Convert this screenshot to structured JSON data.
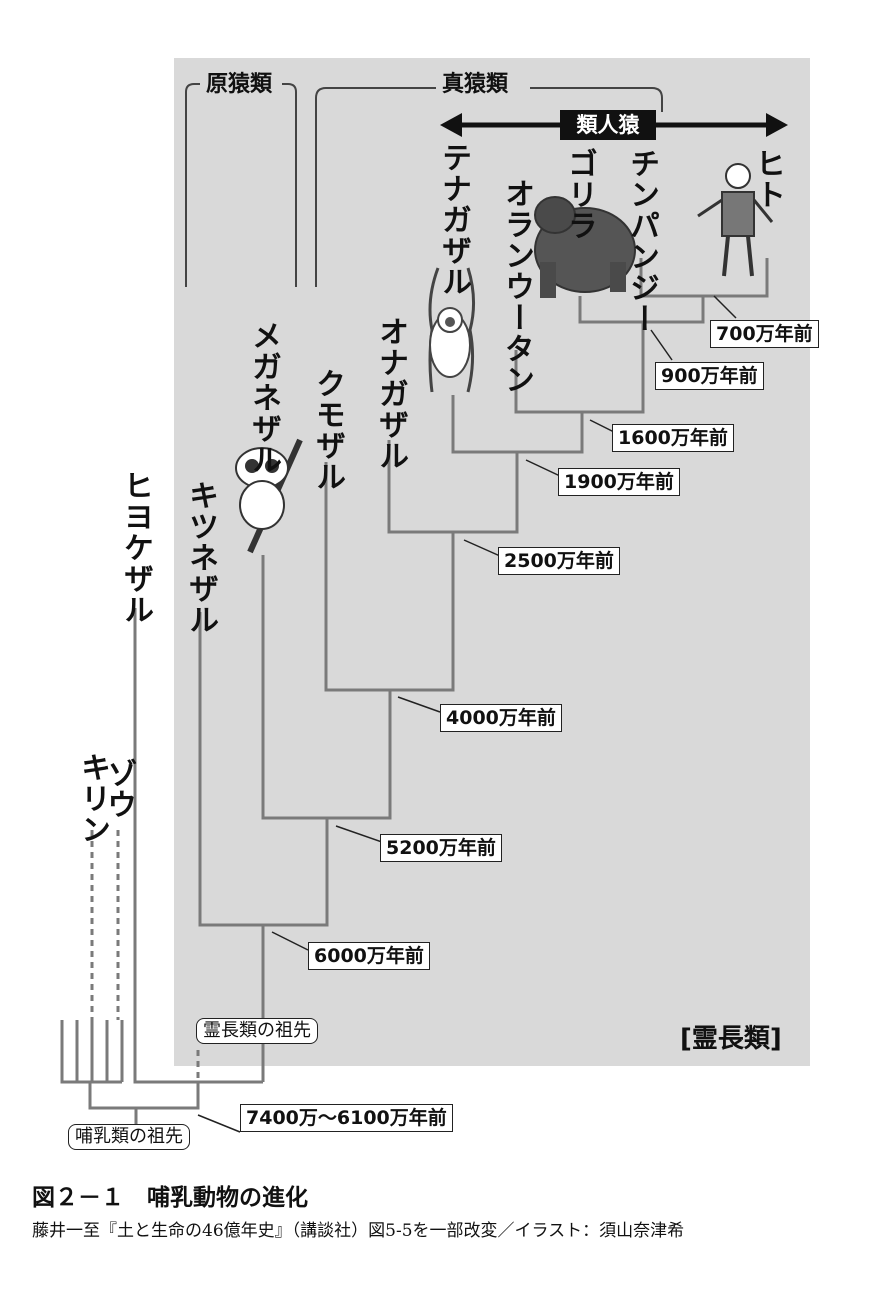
{
  "groups": {
    "prosimians": "原猿類",
    "simians": "真猿類",
    "apes": "類人猿",
    "primates": "[霊長類]"
  },
  "species": {
    "hiyokezaru": "ヒヨケザル",
    "kitsunezaru": "キツネザル",
    "meganezaru": "メガネザル",
    "kumozaru": "クモザル",
    "onagazaru": "オナガザル",
    "tenagazaru": "テナガザル",
    "oranutan": "オランウータン",
    "gorilla": "ゴリラ",
    "chimpanzee": "チンパンジー",
    "human": "ヒト",
    "kirin": "キリン",
    "zou": "ゾウ"
  },
  "divergence_labels": {
    "ma700": "700万年前",
    "ma900": "900万年前",
    "ma1600": "1600万年前",
    "ma1900": "1900万年前",
    "ma2500": "2500万年前",
    "ma4000": "4000万年前",
    "ma5200": "5200万年前",
    "ma6000": "6000万年前",
    "ma7400": "7400万〜6100万年前"
  },
  "ancestors": {
    "primate_ancestor": "霊長類の祖先",
    "mammal_ancestor": "哺乳類の祖先"
  },
  "figure": {
    "title": "図２－１　哺乳動物の進化",
    "caption": "藤井一至『土と生命の46億年史』（講談社）図5-5を一部改変／イラスト：須山奈津希"
  },
  "colors": {
    "panel_bg": "#d9d9d9",
    "branch": "#7a7a7a",
    "text": "#111111"
  }
}
